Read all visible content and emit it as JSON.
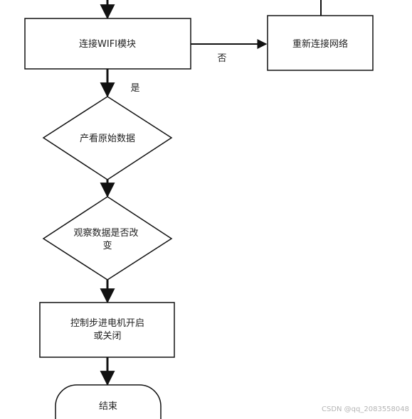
{
  "nodes": {
    "connect_wifi": "连接WIFI模块",
    "reconnect": "重新连接网络",
    "view_data": "产看原始数据",
    "observe_line1": "观察数据是否改",
    "observe_line2": "变",
    "control_line1": "控制步进电机开启",
    "control_line2": "或关闭",
    "end": "结束"
  },
  "edges": {
    "yes": "是",
    "no": "否"
  },
  "watermark": "CSDN @qq_2083558048",
  "colors": {
    "stroke": "#111111",
    "node_fill": "#ffffff",
    "text": "#222222"
  }
}
